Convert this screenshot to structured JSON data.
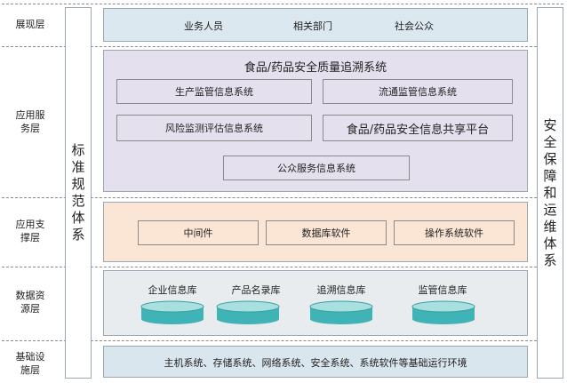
{
  "layers": [
    {
      "name": "展现层",
      "lines": [
        "展现层"
      ]
    },
    {
      "name": "应用服务层",
      "lines": [
        "应用服",
        "务层"
      ]
    },
    {
      "name": "应用支撑层",
      "lines": [
        "应用支",
        "撑层"
      ]
    },
    {
      "name": "数据资源层",
      "lines": [
        "数据资",
        "源层"
      ]
    },
    {
      "name": "基础设施层",
      "lines": [
        "基础设",
        "施层"
      ]
    }
  ],
  "left_pillar": {
    "text": "标准规范体系",
    "chars": [
      "标",
      "准",
      "规",
      "范",
      "体",
      "系"
    ]
  },
  "right_pillar": {
    "text": "安全保障和运维体系",
    "chars": [
      "安",
      "全",
      "保",
      "障",
      "和",
      "运",
      "维",
      "体",
      "系"
    ]
  },
  "presentation": {
    "items": [
      "业务人员",
      "相关部门",
      "社会公众"
    ]
  },
  "application": {
    "title": "食品/药品安全质量追溯系统",
    "systems": {
      "production": "生产监管信息系统",
      "circulation": "流通监管信息系统",
      "risk": "风险监测评估信息系统",
      "sharing": "食品/药品安全信息共享平台",
      "public": "公众服务信息系统"
    }
  },
  "support": {
    "items": [
      "中间件",
      "数据库软件",
      "操作系统软件"
    ]
  },
  "data": {
    "items": [
      "企业信息库",
      "产品名录库",
      "追溯信息库",
      "监管信息库"
    ]
  },
  "infrastructure": {
    "text": "主机系统、存储系统、网络系统、安全系统、系统软件等基础运行环境"
  },
  "colors": {
    "presentation_bg": "#dbe8ef",
    "application_bg": "#e5e0ee",
    "support_bg": "#fbe6d6",
    "data_bg": "#e9ecee",
    "infrastructure_bg": "#dae6ee",
    "cylinder": "#3fb3b5"
  }
}
